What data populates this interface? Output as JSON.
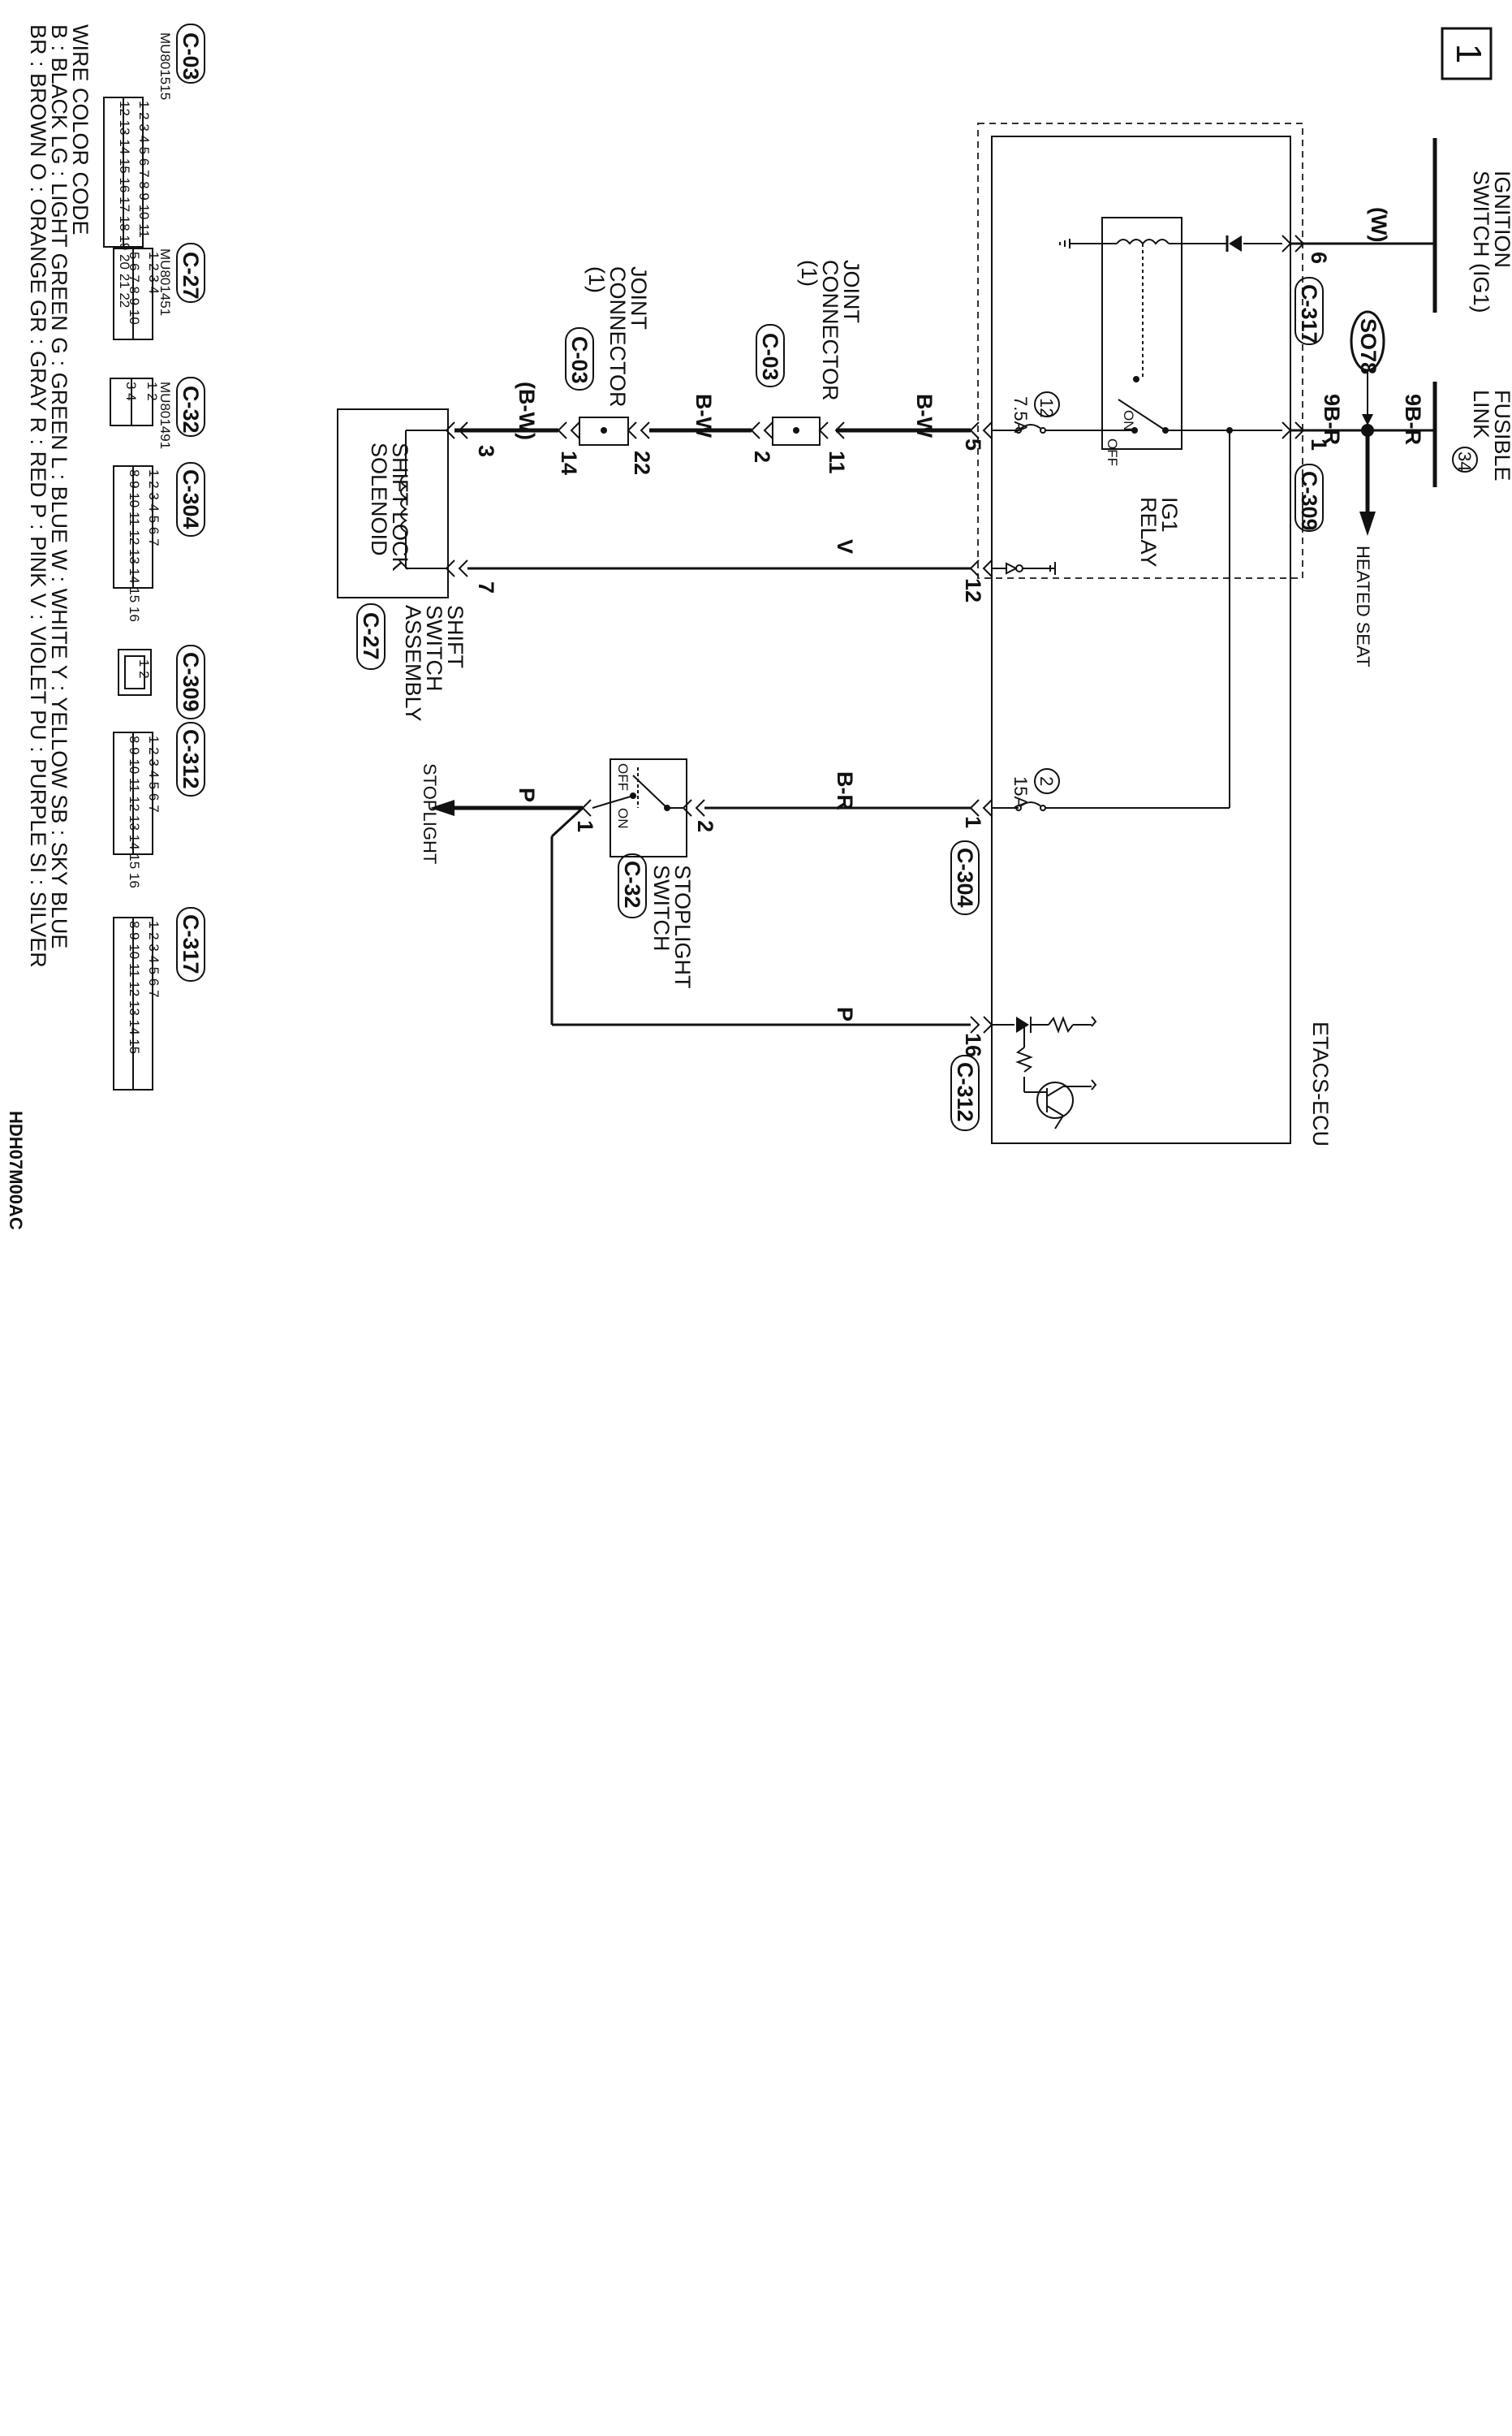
{
  "page_number": "1",
  "sources": {
    "ignition_switch": [
      "IGNITION",
      "SWITCH (IG1)"
    ],
    "ignition_wire": "(W)",
    "fusible_link": [
      "FUSIBLE",
      "LINK"
    ],
    "fusible_link_no": "34",
    "fusible_wire": "9B-R",
    "splice": "SO78",
    "splice_wire": "9B-R",
    "heated_seat": "HEATED SEAT"
  },
  "etacs": {
    "name": "ETACS-ECU",
    "connectors": {
      "c317": {
        "id": "C-317",
        "pin": "6"
      },
      "c309": {
        "id": "C-309",
        "pin": "1"
      },
      "c304": {
        "id": "C-304",
        "pin": "1"
      },
      "c312": {
        "id": "C-312",
        "pin": "16"
      }
    },
    "relay": {
      "label": "IG1",
      "label2": "RELAY",
      "on": "ON",
      "off": "OFF"
    },
    "fuse12": {
      "no": "12",
      "rating": "7.5A"
    },
    "fuse2": {
      "no": "2",
      "rating": "15A"
    },
    "pin5": "5",
    "pin12": "12"
  },
  "wires": {
    "bw1": "B-W",
    "bw2": "B-W",
    "bw3": "(B-W)",
    "v": "V",
    "br": "B-R",
    "p1": "P",
    "p2": "P"
  },
  "joint1": {
    "label": [
      "JOINT",
      "CONNECTOR",
      "(1)"
    ],
    "id": "C-03",
    "pin_a": "11",
    "pin_b": "2"
  },
  "joint2": {
    "label": [
      "JOINT",
      "CONNECTOR",
      "(1)"
    ],
    "id": "C-03",
    "pin_a": "22",
    "pin_b": "14"
  },
  "shift_switch": {
    "solenoid": [
      "SHIFT LOCK",
      "SOLENOID"
    ],
    "assembly": [
      "SHIFT",
      "SWITCH",
      "ASSEMBLY"
    ],
    "id": "C-27",
    "pin3": "3",
    "pin7": "7"
  },
  "stoplight_switch": {
    "label": [
      "STOPLIGHT",
      "SWITCH"
    ],
    "id": "C-32",
    "off": "OFF",
    "on": "ON",
    "pin2": "2",
    "pin1": "1",
    "output": "STOPLIGHT"
  },
  "connector_refs": [
    {
      "id": "C-03",
      "part": "MU801515",
      "rows": [
        [
          "1",
          "2",
          "3",
          "4",
          "5",
          "6",
          "7",
          "8",
          "9",
          "10",
          "11"
        ],
        [
          "12",
          "13",
          "14",
          "15",
          "16",
          "17",
          "18",
          "19",
          "20",
          "21",
          "22"
        ]
      ]
    },
    {
      "id": "C-27",
      "part": "MU801451",
      "rows": [
        [
          "1",
          "2",
          "",
          "3",
          "4"
        ],
        [
          "5",
          "6",
          "7",
          "8",
          "9",
          "10"
        ]
      ]
    },
    {
      "id": "C-32",
      "part": "MU801491",
      "rows": [
        [
          "",
          "1",
          "2"
        ],
        [
          "3",
          "",
          "4"
        ]
      ]
    },
    {
      "id": "C-304",
      "part": "",
      "rows": [
        [
          "1",
          "2",
          "3",
          "4",
          "",
          "5",
          "6",
          "7"
        ],
        [
          "8",
          "9",
          "10",
          "11",
          "12",
          "13",
          "14",
          "15",
          "16"
        ]
      ]
    },
    {
      "id": "C-309",
      "part": "",
      "rows": [
        [
          "1",
          "2"
        ]
      ]
    },
    {
      "id": "C-312",
      "part": "",
      "rows": [
        [
          "1",
          "2",
          "3",
          "4",
          "",
          "5",
          "6",
          "7"
        ],
        [
          "8",
          "9",
          "10",
          "11",
          "12",
          "13",
          "14",
          "15",
          "16"
        ]
      ]
    },
    {
      "id": "C-317",
      "part": "",
      "rows": [
        [
          "1",
          "2",
          "3",
          "4",
          "",
          "5",
          "6",
          "7"
        ],
        [
          "8",
          "9",
          "10",
          "11",
          "12",
          "13",
          "14",
          "15"
        ]
      ]
    }
  ],
  "wire_color_code": {
    "title": "WIRE COLOR CODE",
    "lines": [
      "B : BLACK   LG : LIGHT GREEN   G : GREEN   L : BLUE   W : WHITE   Y : YELLOW   SB : SKY BLUE",
      "BR : BROWN   O : ORANGE   GR : GRAY   R : RED   P : PINK   V : VIOLET   PU : PURPLE   SI : SILVER"
    ]
  },
  "figure_code": "HDH07M00AC"
}
